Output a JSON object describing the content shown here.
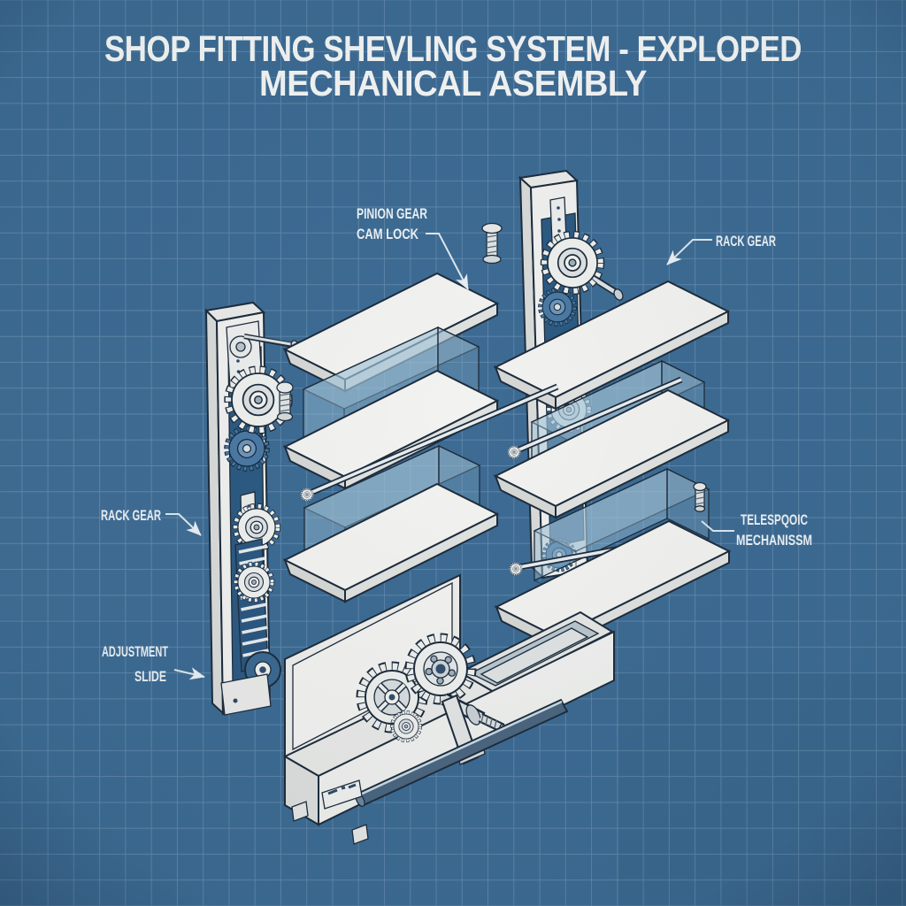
{
  "title": {
    "line1": "SHOP FITTING SHEVLING SYSTEM - EXPLOPED",
    "line2": "MECHANICAL ASEMBLY"
  },
  "labels": {
    "pinion_cam": {
      "line1": "PINION GEAR",
      "line2": "CAM LOCK"
    },
    "rack_gear_right": "RACK GEAR",
    "rack_gear_left": "RACK GEAR",
    "adjustment_slide": {
      "line1": "ADJUSTMENT",
      "line2": "SLIDE"
    },
    "telescopic": {
      "line1": "TELESPQOIC",
      "line2": "MECHANISSM"
    }
  },
  "colors": {
    "background": "#3d6b93",
    "grid_line": "#6d92b3",
    "outline": "#1e2d3d",
    "part_white": "#f0f1ef",
    "part_shade": "#e0e2e0",
    "cavity_dark": "#2d5a82",
    "gear_dark": "#4a79a3",
    "glass_panel": "#9cc0d8",
    "front_rail": "#4b667f",
    "label_text": "#edf2f6"
  }
}
